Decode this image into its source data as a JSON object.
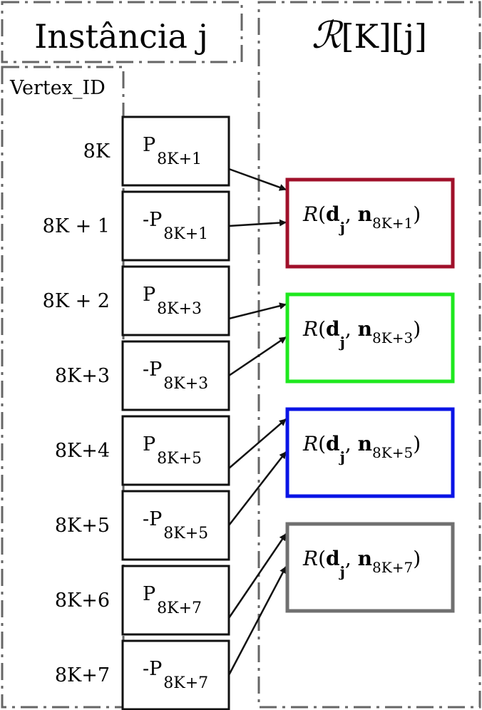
{
  "header": {
    "left_title": "Instância j",
    "right_title_symbol": "ℛ",
    "right_title_rest": "[K][j]"
  },
  "vertex_label": "Vertex_ID",
  "rows": [
    {
      "id": "8K",
      "sign": "",
      "sym": "P",
      "sub": "8K+1"
    },
    {
      "id": "8K + 1",
      "sign": "-",
      "sym": "P",
      "sub": "8K+1"
    },
    {
      "id": "8K + 2",
      "sign": "",
      "sym": "P",
      "sub": "8K+3"
    },
    {
      "id": "8K+3",
      "sign": "-",
      "sym": "P",
      "sub": "8K+3"
    },
    {
      "id": "8K+4",
      "sign": "",
      "sym": "P",
      "sub": "8K+5"
    },
    {
      "id": "8K+5",
      "sign": "-",
      "sym": "P",
      "sub": "8K+5"
    },
    {
      "id": "8K+6",
      "sign": "",
      "sym": "P",
      "sub": "8K+7"
    },
    {
      "id": "8K+7",
      "sign": "-",
      "sym": "P",
      "sub": "8K+7"
    }
  ],
  "results": [
    {
      "func": "R",
      "d": "d",
      "d_sub": "j",
      "n": "n",
      "n_sub": "8K+1",
      "color": "#a0102a"
    },
    {
      "func": "R",
      "d": "d",
      "d_sub": "j",
      "n": "n",
      "n_sub": "8K+3",
      "color": "#1ee81e"
    },
    {
      "func": "R",
      "d": "d",
      "d_sub": "j",
      "n": "n",
      "n_sub": "8K+5",
      "color": "#0a14e6"
    },
    {
      "func": "R",
      "d": "d",
      "d_sub": "j",
      "n": "n",
      "n_sub": "8K+7",
      "color": "#707070"
    }
  ]
}
